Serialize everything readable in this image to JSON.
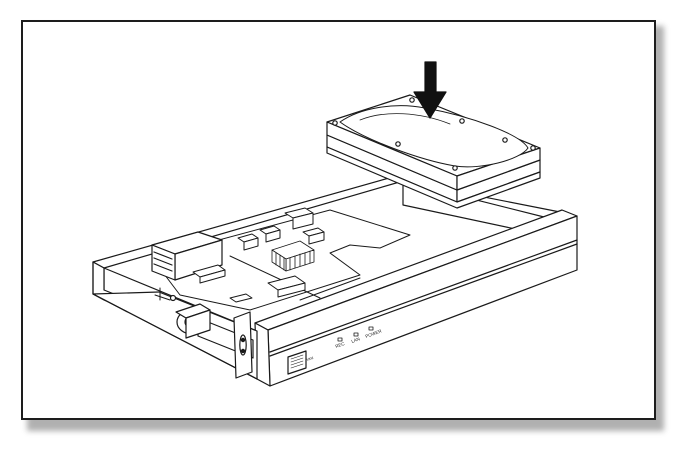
{
  "diagram": {
    "parts": [
      "down-arrow",
      "hard-drive",
      "enclosure-tray",
      "circuit-board",
      "ethernet-port",
      "heatsink",
      "usb-port",
      "power-jack",
      "reset-button",
      "led-indicators"
    ],
    "panel_labels": {
      "usb": "vxu",
      "led_1": "REC",
      "led_2": "LAN",
      "led_3": "POWER"
    },
    "colors": {
      "stroke": "#1a1a1a",
      "fill": "#ffffff",
      "frame": "#1d1d1d",
      "shadow": "#8f8f8f"
    }
  }
}
